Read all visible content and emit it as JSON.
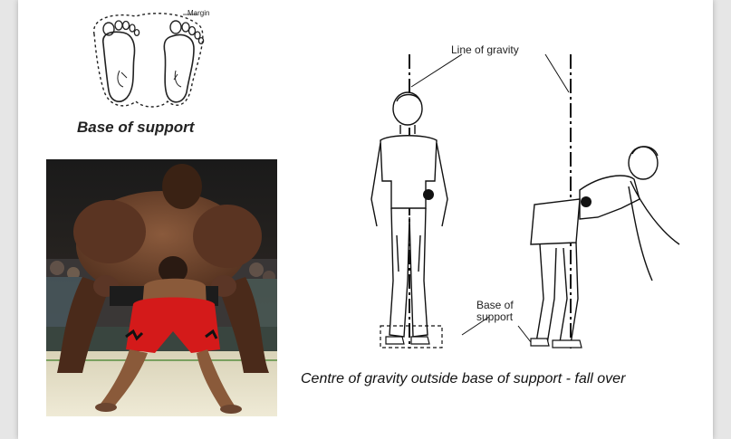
{
  "feet_diagram": {
    "margin_label": "Margin",
    "caption": "Base of support"
  },
  "photo": {
    "description_icon": "sumo-wrestlers-photo"
  },
  "gravity_diagram": {
    "line_of_gravity_label": "Line of gravity",
    "base_of_support_label_line1": "Base of",
    "base_of_support_label_line2": "support",
    "caption": "Centre of gravity outside base of support - fall over"
  }
}
